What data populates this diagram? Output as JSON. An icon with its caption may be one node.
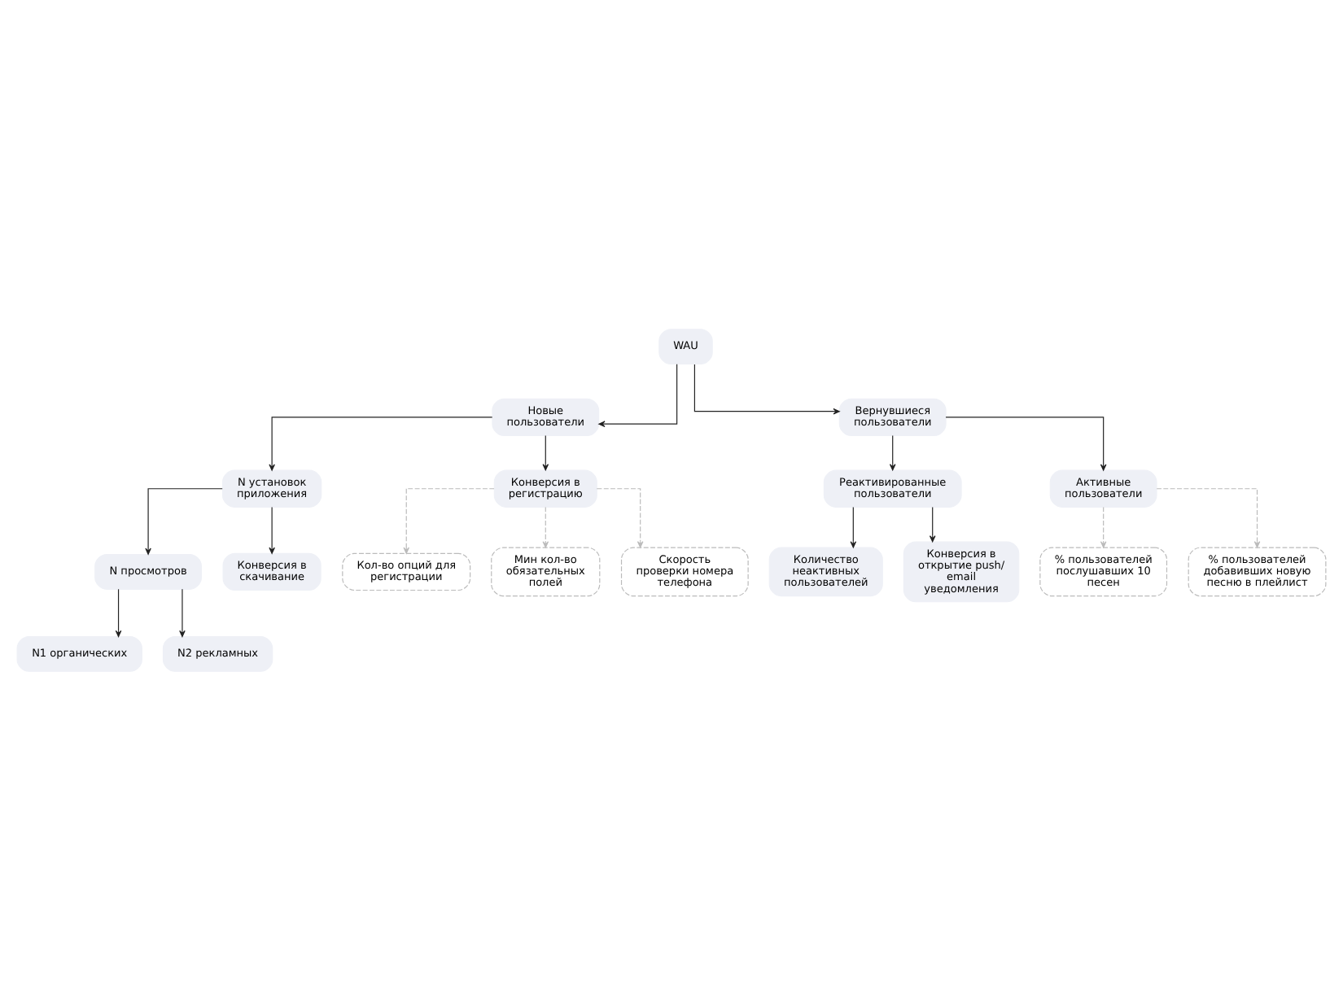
{
  "diagram": {
    "nodes": [
      {
        "text": [
          "WAU"
        ]
      },
      {
        "text": [
          "Новые пользователи"
        ]
      },
      {
        "text": [
          "Вернувшиеся пользователи"
        ]
      },
      {
        "text": [
          "N установок приложения"
        ]
      },
      {
        "text": [
          "Конверсия в регистрацию"
        ]
      },
      {
        "text": [
          "Реактивированные пользователи"
        ]
      },
      {
        "text": [
          "Активные пользователи"
        ]
      },
      {
        "text": [
          "N просмотров"
        ]
      },
      {
        "text": [
          "Конверсия в скачивание"
        ]
      },
      {
        "text": [
          "% пользователей послушавших 10 песен"
        ]
      },
      {
        "text": [
          "% пользователей добавивших новую песню в плейлист"
        ]
      },
      {
        "text": [
          "N1 органических"
        ]
      },
      {
        "text": [
          "N2 рекламных"
        ]
      },
      {
        "text": [
          "Количество неактивных пользователей"
        ]
      },
      {
        "text": [
          "Конверсия в открытие push/ email уведомления"
        ]
      },
      {
        "text": [
          "Кол-во опций для регистрации"
        ]
      },
      {
        "text": [
          "Мин кол-во обязательных полей"
        ]
      },
      {
        "text": [
          "Скорость проверки номера телефона"
        ]
      }
    ],
    "edges": [
      {
        "from": 0,
        "to": 1,
        "arrow": "to"
      },
      {
        "from": 0,
        "to": 2,
        "arrow": "to"
      },
      {
        "from": 1,
        "to": 3,
        "arrow": "to"
      },
      {
        "from": 1,
        "to": 4,
        "arrow": "to"
      },
      {
        "from": 2,
        "to": 5,
        "arrow": "to"
      },
      {
        "from": 2,
        "to": 6,
        "arrow": "to"
      },
      {
        "from": 3,
        "to": 7,
        "arrow": "to"
      },
      {
        "from": 3,
        "to": 8,
        "arrow": "to"
      },
      {
        "from": 6,
        "to": 9,
        "arrow": "to",
        "style": "dashed",
        "color": "#bbbbbb"
      },
      {
        "from": 6,
        "to": 10,
        "arrow": "to",
        "style": "dashed",
        "color": "#bbbbbb"
      },
      {
        "from": 7,
        "to": 11,
        "arrow": "to"
      },
      {
        "from": 7,
        "to": 12,
        "arrow": "to"
      },
      {
        "from": 5,
        "to": 13,
        "arrow": "to"
      },
      {
        "from": 5,
        "to": 14,
        "arrow": "to"
      },
      {
        "from": 4,
        "to": 15,
        "arrow": "to",
        "style": "dashed",
        "color": "#bbbbbb"
      },
      {
        "from": 4,
        "to": 16,
        "arrow": "to",
        "style": "dashed",
        "color": "#bbbbbb"
      },
      {
        "from": 4,
        "to": 17,
        "arrow": "to",
        "style": "dashed",
        "color": "#bbbbbb"
      }
    ]
  }
}
